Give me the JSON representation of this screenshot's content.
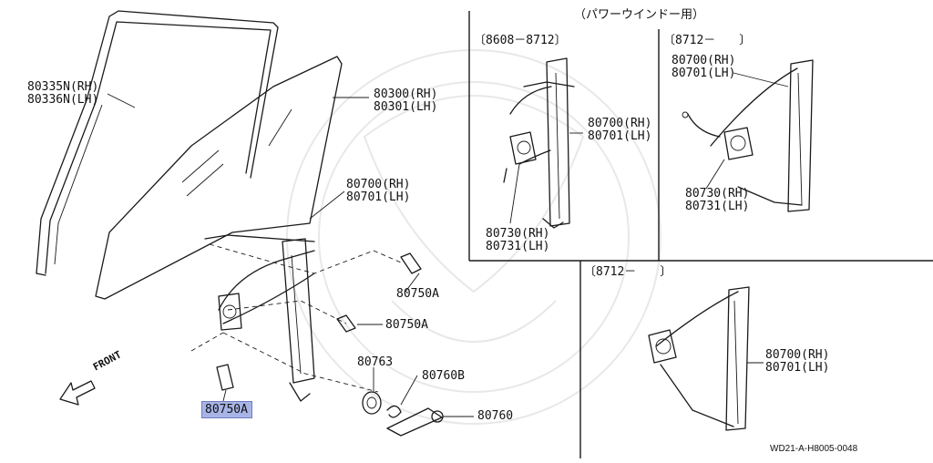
{
  "diagram": {
    "header_pw": "（パワーウインドー用）",
    "range_a": "〔8608－8712〕",
    "range_b": "〔8712－　　〕",
    "range_c": "〔8712－　　〕",
    "front": "FRONT",
    "ref_code": "WD21-A-H8005-0048",
    "highlight_color": "#a8b4e6",
    "parts": {
      "molding_rh": "80335N(RH)",
      "molding_lh": "80336N(LH)",
      "glass_rh": "80300(RH)",
      "glass_lh": "80301(LH)",
      "regulator_rh": "80700(RH)",
      "regulator_lh": "80701(LH)",
      "bolt_a": "80750A",
      "bolt_b": "80750A",
      "bolt_highlighted": "80750A",
      "washer": "80763",
      "clip": "80760B",
      "handle": "80760",
      "pw_a_reg_rh": "80700(RH)",
      "pw_a_reg_lh": "80701(LH)",
      "pw_a_motor_rh": "80730(RH)",
      "pw_a_motor_lh": "80731(LH)",
      "pw_b_reg_rh": "80700(RH)",
      "pw_b_reg_lh": "80701(LH)",
      "pw_b_motor_rh": "80730(RH)",
      "pw_b_motor_lh": "80731(LH)",
      "man_reg_rh": "80700(RH)",
      "man_reg_lh": "80701(LH)"
    }
  }
}
